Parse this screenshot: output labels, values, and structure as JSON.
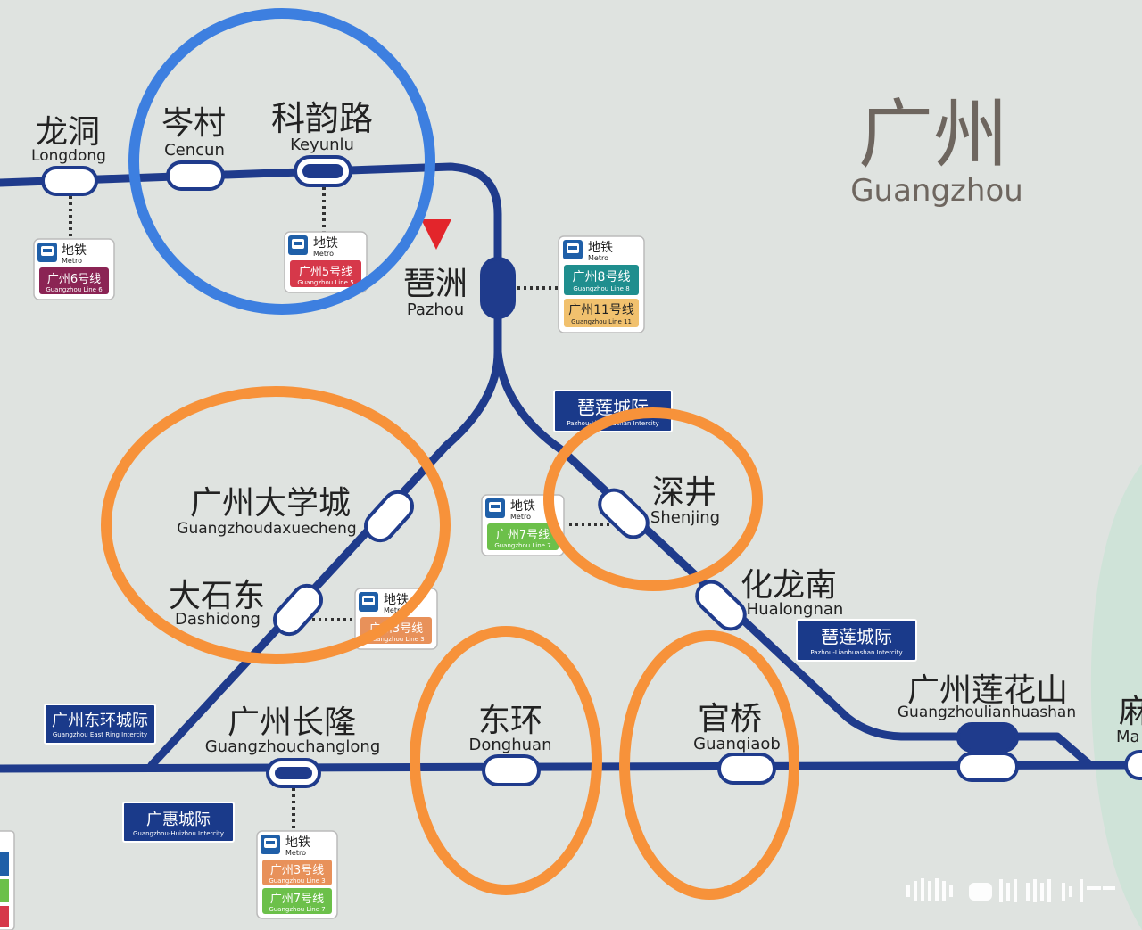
{
  "city": {
    "zh": "广州",
    "en": "Guangzhou"
  },
  "colors": {
    "background": "#dfe3e0",
    "line": "#1f3b8c",
    "blue_circle": "#3d7fe0",
    "orange_circle": "#f7923a",
    "badge_navy": "#1a3a8a",
    "metro_line3": "#e8915a",
    "metro_line5": "#d6384a",
    "metro_line6": "#8b2454",
    "metro_line7": "#6cc04a",
    "metro_line8": "#1f8e8e",
    "metro_line11": "#f1c16e"
  },
  "stations": {
    "longdong": {
      "zh": "龙洞",
      "en": "Longdong"
    },
    "cencun": {
      "zh": "岑村",
      "en": "Cencun"
    },
    "keyunlu": {
      "zh": "科韵路",
      "en": "Keyunlu"
    },
    "pazhou": {
      "zh": "琶洲",
      "en": "Pazhou"
    },
    "gzdxc": {
      "zh": "广州大学城",
      "en": "Guangzhoudaxuecheng"
    },
    "dashidong": {
      "zh": "大石东",
      "en": "Dashidong"
    },
    "shenjing": {
      "zh": "深井",
      "en": "Shenjing"
    },
    "hualongnan": {
      "zh": "化龙南",
      "en": "Hualongnan"
    },
    "changlong": {
      "zh": "广州长隆",
      "en": "Guangzhouchanglong"
    },
    "donghuan": {
      "zh": "东环",
      "en": "Donghuan"
    },
    "guanqiao": {
      "zh": "官桥",
      "en": "Guanqiaob"
    },
    "lianhuashan": {
      "zh": "广州莲花山",
      "en": "Guangzhoulianhuashan"
    },
    "ma": {
      "zh": "麻",
      "en": "Ma"
    }
  },
  "metro_label": {
    "zh": "地铁",
    "en": "Metro"
  },
  "metro_lines": {
    "line6": {
      "zh": "广州6号线",
      "en": "Guangzhou Line 6"
    },
    "line5": {
      "zh": "广州5号线",
      "en": "Guangzhou Line 5"
    },
    "line8": {
      "zh": "广州8号线",
      "en": "Guangzhou Line 8"
    },
    "line11": {
      "zh": "广州11号线",
      "en": "Guangzhou Line 11"
    },
    "line7a": {
      "zh": "广州7号线",
      "en": "Guangzhou Line 7"
    },
    "line3a": {
      "zh": "广州3号线",
      "en": "Guangzhou Line 3"
    },
    "line3b": {
      "zh": "广州3号线",
      "en": "Guangzhou Line 3"
    },
    "line7b": {
      "zh": "广州7号线",
      "en": "Guangzhou Line 7"
    }
  },
  "intercity": {
    "pazhou_lianhuashan": {
      "zh": "琶莲城际",
      "en": "Pazhou-Lianhuashan Intercity"
    },
    "east_ring": {
      "zh": "广州东环城际",
      "en": "Guangzhou East Ring Intercity"
    },
    "guanghui": {
      "zh": "广惠城际",
      "en": "Guangzhou-Huizhou Intercity"
    }
  }
}
